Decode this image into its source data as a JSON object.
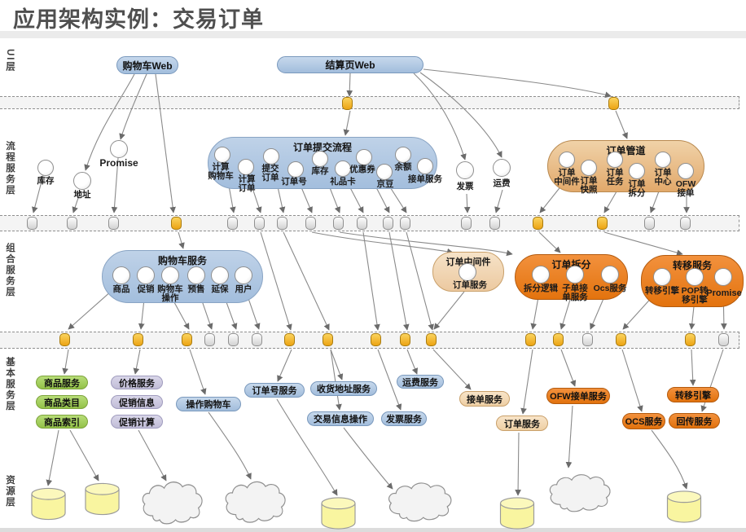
{
  "title": "应用架构实例：交易订单",
  "rail": {
    "ui": "UI层",
    "process": "流程服务层",
    "composite": "组合服务层",
    "basic": "基本服务层",
    "resource": "资源层"
  },
  "ui_layer": {
    "cart_web": "购物车Web",
    "checkout_web": "结算页Web"
  },
  "process_layer": {
    "inventory": "库存",
    "address": "地址",
    "promise": "Promise",
    "invoice": "发票",
    "freight": "运费",
    "submit_flow": {
      "title": "订单提交流程",
      "n1": "计算\n购物车",
      "n2": "计算\n订单",
      "n3": "提交\n订单",
      "n4": "订单号",
      "n5": "库存",
      "n6": "礼品卡",
      "n7": "优惠券",
      "n8": "京豆",
      "n9": "余额",
      "n10": "接单服务"
    },
    "pipeline": {
      "title": "订单管道",
      "n1": "订单\n中间件",
      "n2": "订单\n快照",
      "n3": "订单\n任务",
      "n4": "订单\n拆分",
      "n5": "订单\n中心",
      "n6": "OFW\n接单"
    }
  },
  "composite_layer": {
    "cart_service": {
      "title": "购物车服务",
      "n1": "商品",
      "n2": "促销",
      "n3": "购物车\n操作",
      "n4": "预售",
      "n5": "延保",
      "n6": "用户"
    },
    "order_middleware": {
      "title": "订单中间件",
      "n1": "订单服务"
    },
    "order_split": {
      "title": "订单拆分",
      "n1": "拆分逻辑",
      "n2": "子单接\n单服务",
      "n3": "Ocs服务"
    },
    "transfer_service": {
      "title": "转移服务",
      "n1": "转移引擎",
      "n2": "POP转\n移引擎",
      "n3": "Promise"
    }
  },
  "basic_layer": {
    "product_service": "商品服务",
    "product_category": "商品类目",
    "product_index": "商品索引",
    "price_service": "价格服务",
    "promo_info": "促销信息",
    "promo_calc": "促销计算",
    "operate_cart": "操作购物车",
    "order_no_service": "订单号服务",
    "address_service": "收货地址服务",
    "trade_info_op": "交易信息操作",
    "invoice_service": "发票服务",
    "freight_service": "运费服务",
    "receive_order_service": "接单服务",
    "order_service": "订单服务",
    "ofw_receive_service": "OFW接单服务",
    "ocs_service": "OCS服务",
    "transfer_engine": "转移引擎",
    "callback_service": "回传服务"
  },
  "colors": {
    "title_gray": "#4f4f4f",
    "blue_node": "#aec6e2",
    "tan_node": "#e8bd8a",
    "orange_node": "#e8821e",
    "green_node": "#9ccb52",
    "lavender_node": "#ccc9de",
    "resource_yellow": "#f9f5a0",
    "port_orange": "#f0ad1d"
  }
}
